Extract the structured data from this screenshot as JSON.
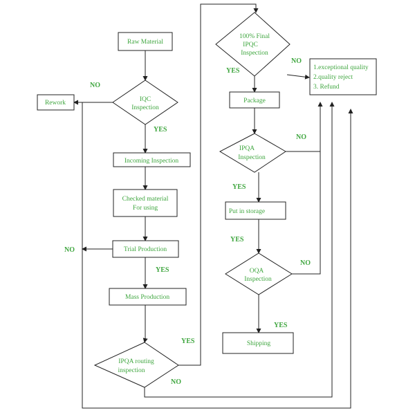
{
  "nodes": {
    "raw_material": "Raw Material",
    "iqc_line1": "IQC",
    "iqc_line2": "Inspection",
    "rework": "Rework",
    "incoming_inspection": "Incoming Inspection",
    "checked_line1": "Checked material",
    "checked_line2": "For using",
    "trial_production": "Trial Production",
    "mass_production": "Mass Production",
    "ipqa_routing_line1": "IPQA  routing",
    "ipqa_routing_line2": "inspection",
    "final_ipqc_line1": "100%   Final",
    "final_ipqc_line2": "IPQC",
    "final_ipqc_line3": "Inspection",
    "outcomes_line1": "1.exceptional quality",
    "outcomes_line2": "2.quality reject",
    "outcomes_line3": "3. Refund",
    "package": "Package",
    "ipqa_line1": "IPQA",
    "ipqa_line2": "Inspection",
    "put_in_storage": "Put in storage",
    "oqa_line1": "OQA",
    "oqa_line2": "Inspection",
    "shipping": "Shipping"
  },
  "edge_labels": {
    "iqc_no": "NO",
    "iqc_yes": "YES",
    "trial_no": "NO",
    "trial_yes": "YES",
    "routing_yes": "YES",
    "routing_no": "NO",
    "final_yes": "YES",
    "final_no": "NO",
    "ipqa_no": "NO",
    "ipqa_yes": "YES",
    "storage_yes": "YES",
    "oqa_no": "NO",
    "oqa_yes": "YES"
  },
  "colors": {
    "text": "#3fa63f",
    "stroke": "#222222",
    "background": "#ffffff"
  }
}
